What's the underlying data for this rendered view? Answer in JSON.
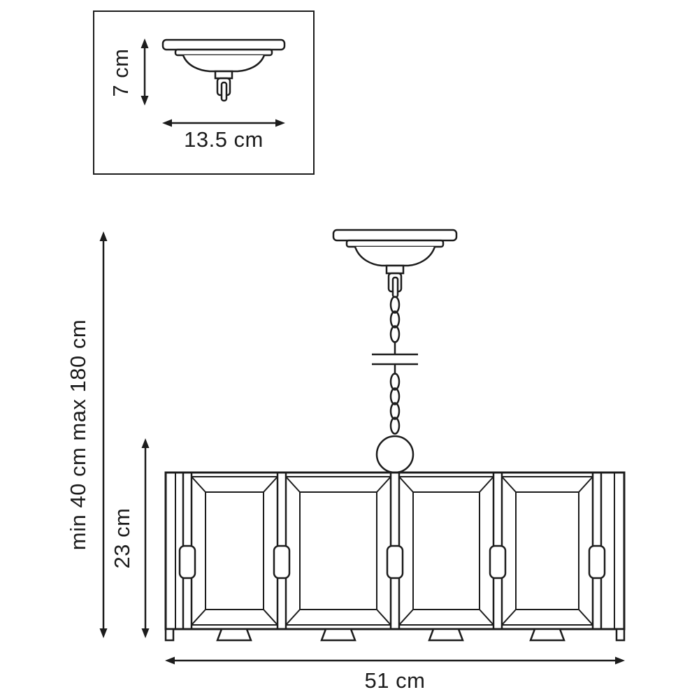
{
  "diagram": {
    "inset": {
      "canopy_height_label": "7 cm",
      "canopy_width_label": "13.5 cm"
    },
    "main": {
      "suspension_range_label": "min 40 cm max 180 cm",
      "shade_height_label": "23 cm",
      "shade_width_label": "51 cm"
    },
    "colors": {
      "line": "#1c1c1c",
      "background": "#ffffff"
    }
  }
}
